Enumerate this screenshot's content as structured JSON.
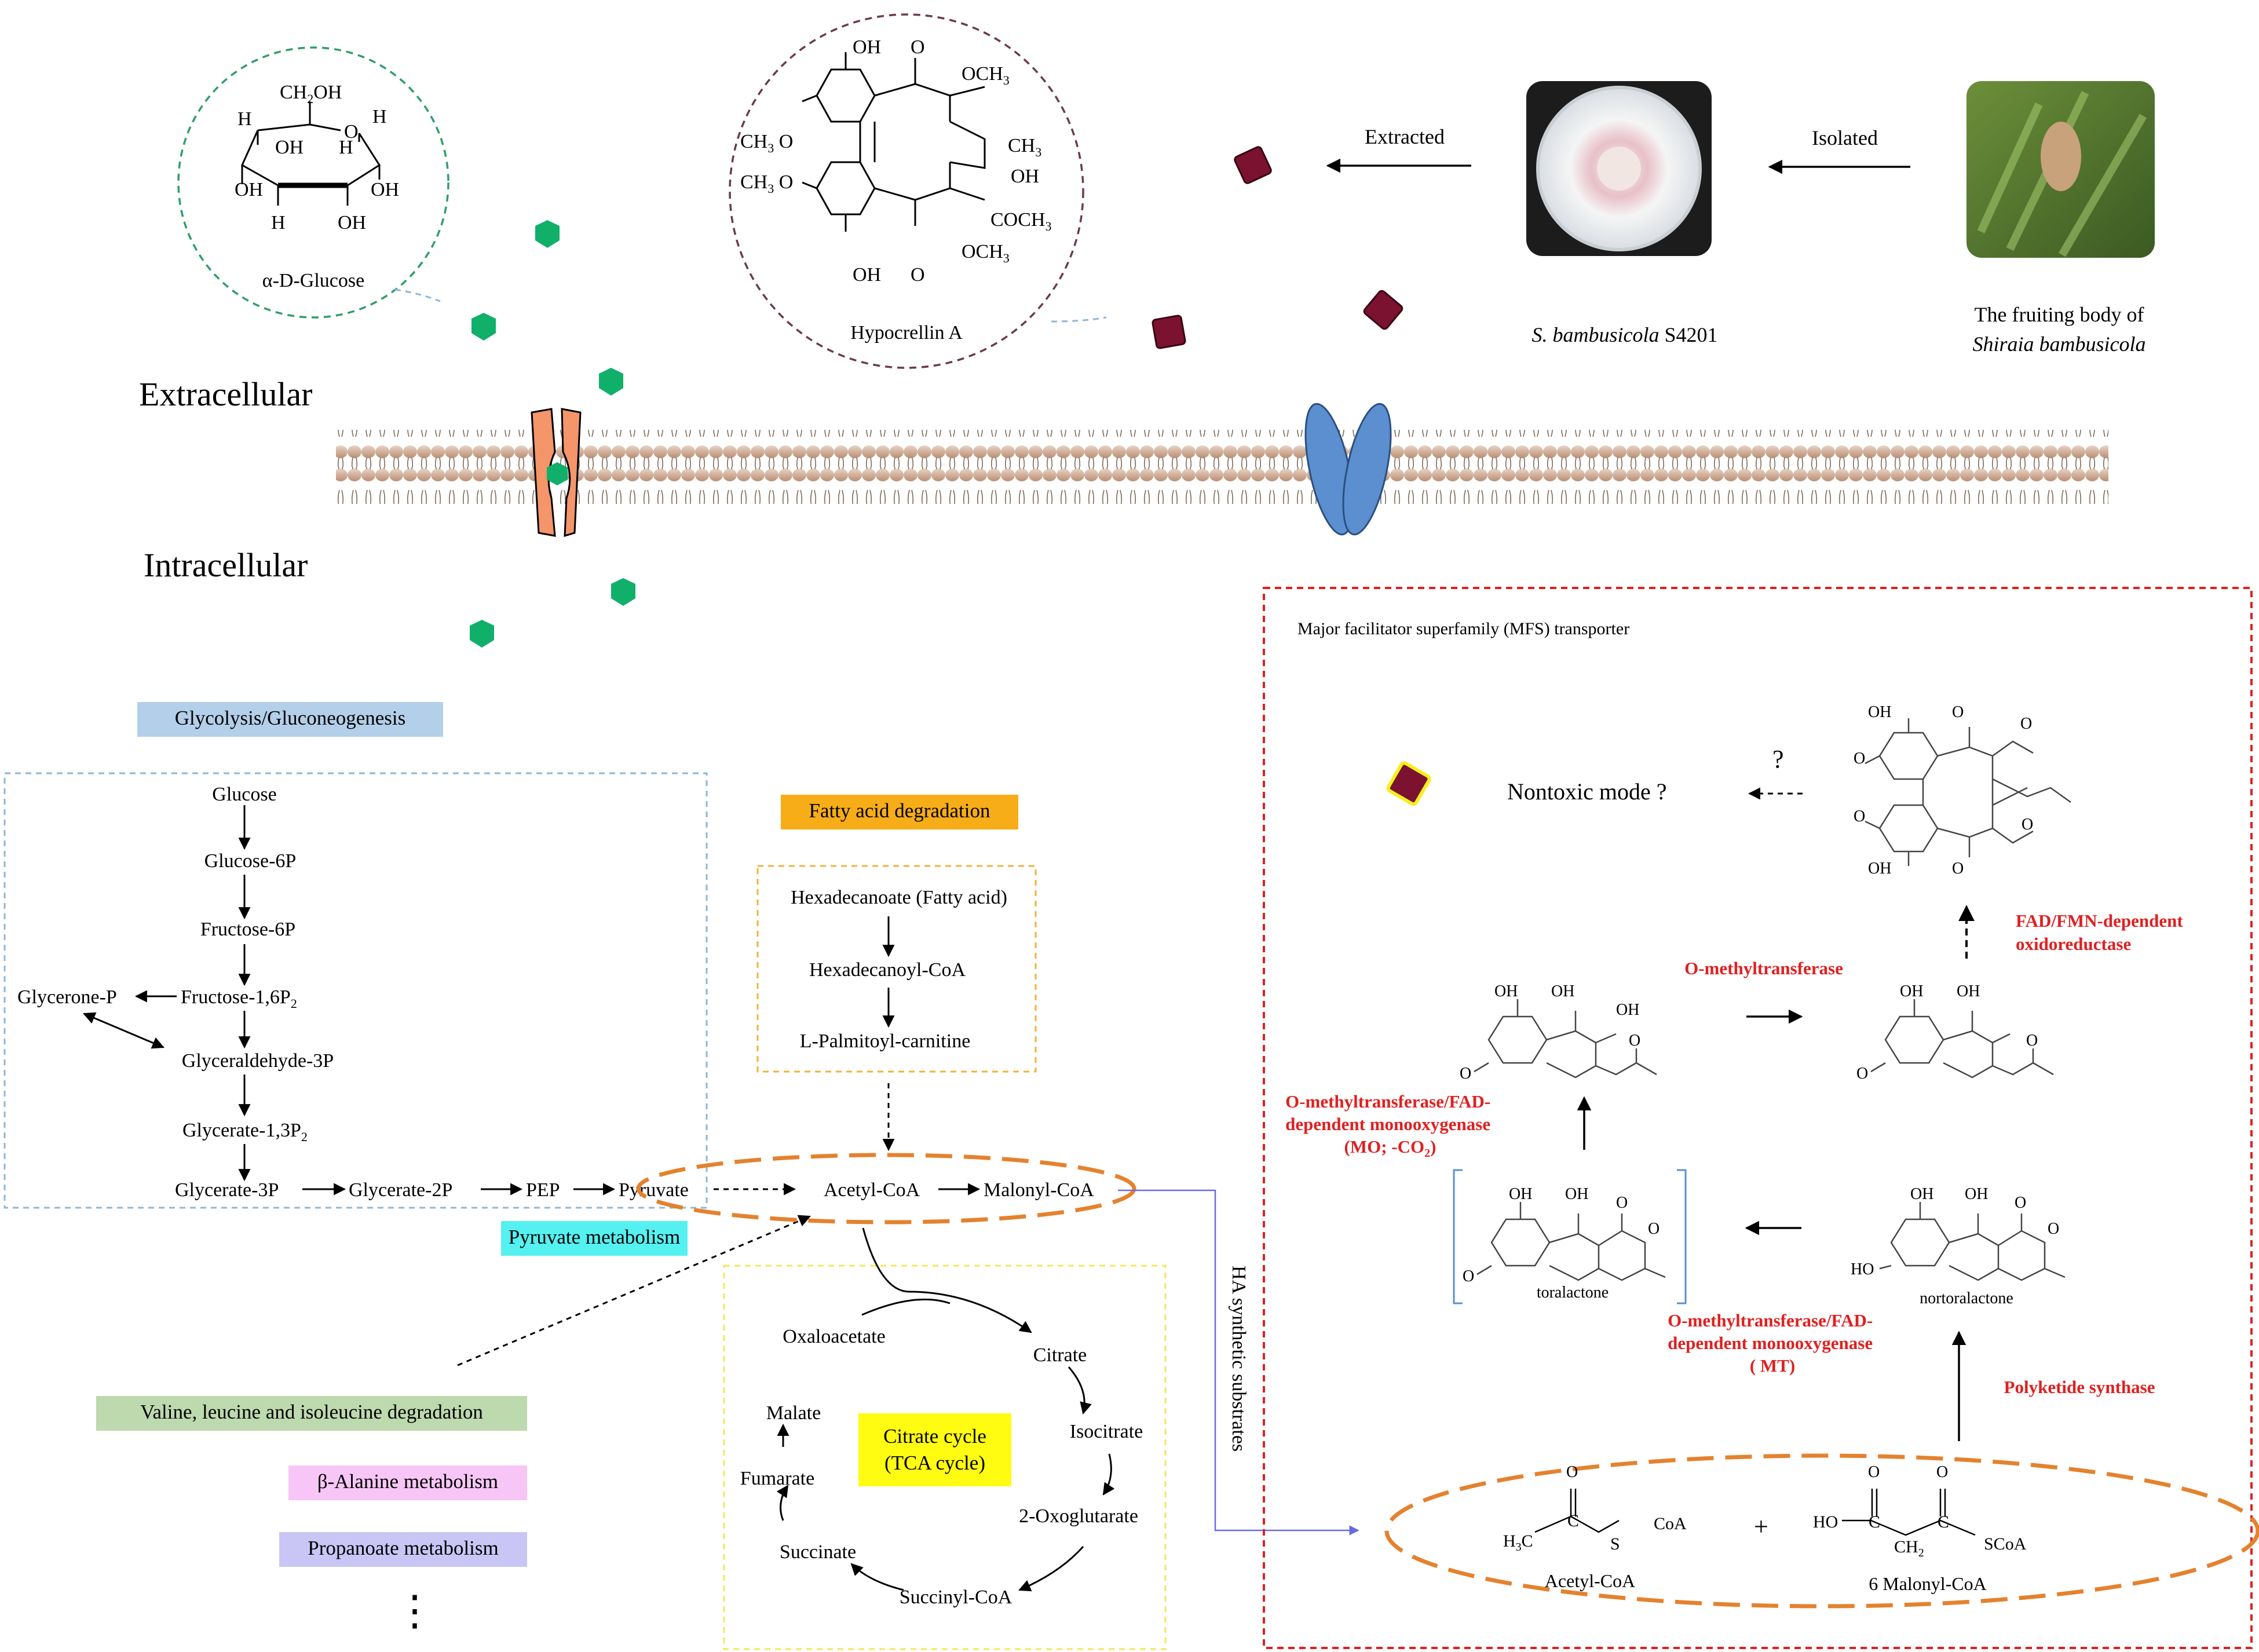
{
  "glucose_bubble": {
    "name": "α-D-Glucose",
    "ch2oh": "CH",
    "ch2oh_sub": "2",
    "ch2oh_tail": "OH",
    "o": "O",
    "h": "H",
    "oh": "OH"
  },
  "ha_bubble": {
    "name": "Hypocrellin A",
    "oh": "OH",
    "o": "O",
    "och3": "OCH",
    "och3_sub": "3",
    "ch3o": "CH",
    "ch3o_sub": "3",
    "ch3o_tail": " O",
    "ch3": "CH",
    "ch3_sub": "3",
    "coch3": "COCH",
    "coch3_sub": "3"
  },
  "top_flow": {
    "extracted": "Extracted",
    "isolated": "Isolated",
    "strain_italic": "S. bambusicola",
    "strain_id": " S4201",
    "fruiting_line1": "The fruiting body of",
    "fruiting_line2": "Shiraia bambusicola"
  },
  "membrane": {
    "extracellular": "Extracellular",
    "intracellular": "Intracellular"
  },
  "glycolysis": {
    "label": "Glycolysis/Gluconeogenesis",
    "glucose": "Glucose",
    "glucose6p": "Glucose-6P",
    "fructose6p": "Fructose-6P",
    "fructose16p": "Fructose-1,6P",
    "fructose16p_sub": "2",
    "glycerone": "Glycerone-P",
    "glyceraldehyde": "Glyceraldehyde-3P",
    "glycerate13": "Glycerate-1,3P",
    "glycerate13_sub": "2",
    "glycerate3p": "Glycerate-3P",
    "glycerate2p": "Glycerate-2P",
    "pep": "PEP",
    "pyruvate": "Pyruvate"
  },
  "pyruvate_label": "Pyruvate metabolism",
  "fatty_acid": {
    "label": "Fatty acid degradation",
    "step1": "Hexadecanoate (Fatty acid)",
    "step2": "Hexadecanoyl-CoA",
    "step3": "L-Palmitoyl-carnitine"
  },
  "acetyl_pool": {
    "acetyl": "Acetyl-CoA",
    "malonyl": "Malonyl-CoA"
  },
  "tca": {
    "label_line1": "Citrate cycle",
    "label_line2": "(TCA cycle)",
    "oxaloacetate": "Oxaloacetate",
    "citrate": "Citrate",
    "isocitrate": "Isocitrate",
    "oxoglutarate": "2-Oxoglutarate",
    "succinylcoa": "Succinyl-CoA",
    "succinate": "Succinate",
    "fumarate": "Fumarate",
    "malate": "Malate"
  },
  "other_pathways": {
    "valine": "Valine, leucine and isoleucine degradation",
    "alanine": "β-Alanine metabolism",
    "propanoate": "Propanoate metabolism",
    "ellipsis": "⋮"
  },
  "ha_substrates": "HA synthetic substrates",
  "mfs_box": {
    "title": "Major facilitator superfamily (MFS) transporter",
    "nontoxic": "Nontoxic mode ?",
    "question": "?",
    "fad_fmn": "FAD/FMN-dependent\noxidoreductase",
    "omt": "O-methyltransferase",
    "omt_fad_mo": "O-methyltransferase/FAD-\ndependent monooxygenase\n(MO;   -CO",
    "omt_fad_mo_sub": "2",
    "omt_fad_mo_tail": ")",
    "omt_fad_mt": "O-methyltransferase/FAD-\ndependent monooxygenase\n( MT)",
    "pks": "Polyketide synthase",
    "toralactone": "toralactone",
    "nortoralactone": "nortoralactone",
    "oh": "OH",
    "o": "O",
    "ho": "HO"
  },
  "substrate_pool": {
    "acetylcoa": "Acetyl-CoA",
    "malonylcoa": "6 Malonyl-CoA",
    "plus": "+",
    "h3c": "H",
    "h3c_sub": "3",
    "h3c_tail": "C",
    "c": "C",
    "s": "S",
    "coa": "CoA",
    "o": "O",
    "ho": "HO",
    "ch2": "CH",
    "ch2_sub": "2",
    "scoa": "SCoA"
  },
  "colors": {
    "glucose": "#10b06a",
    "hypocrellin": "#7a1230",
    "transporter_orange": "#f4956a",
    "transporter_blue": "#5b8fcf",
    "ellipse_orange": "#e4822e",
    "mfs_red": "#e02020",
    "glycolysis_bg": "#b3cfe9",
    "fatty_bg": "#f7ad17",
    "pyruvate_bg": "#55f1f1",
    "tca_bg": "#fffb11",
    "valine_bg": "#bdd9ae",
    "alanine_bg": "#f8c6f6",
    "propanoate_bg": "#c9c5f5"
  }
}
